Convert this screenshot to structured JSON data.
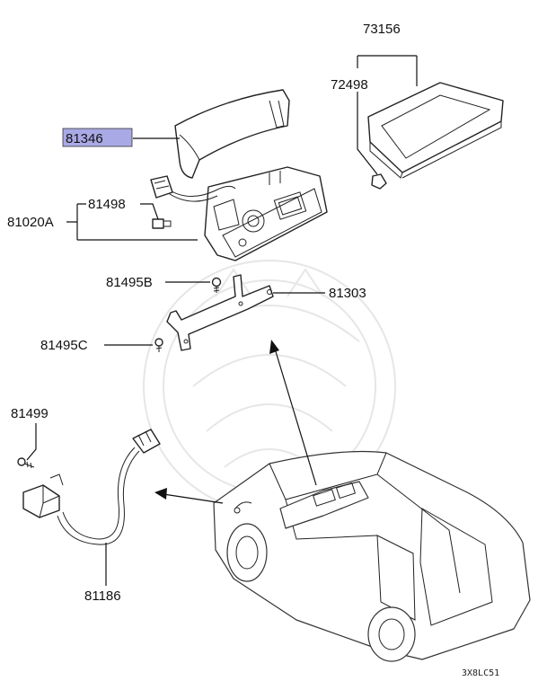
{
  "diagram": {
    "highlight_color": "#a9a9e6",
    "callouts": [
      {
        "id": "73156",
        "text": "73156"
      },
      {
        "id": "72498",
        "text": "72498"
      },
      {
        "id": "81346",
        "text": "81346",
        "highlighted": true
      },
      {
        "id": "81498",
        "text": "81498"
      },
      {
        "id": "81020A",
        "text": "81020A"
      },
      {
        "id": "81495B",
        "text": "81495B"
      },
      {
        "id": "81303",
        "text": "81303"
      },
      {
        "id": "81495C",
        "text": "81495C"
      },
      {
        "id": "81499",
        "text": "81499"
      },
      {
        "id": "81186",
        "text": "81186"
      }
    ],
    "diagram_code": "3X8LC51"
  }
}
